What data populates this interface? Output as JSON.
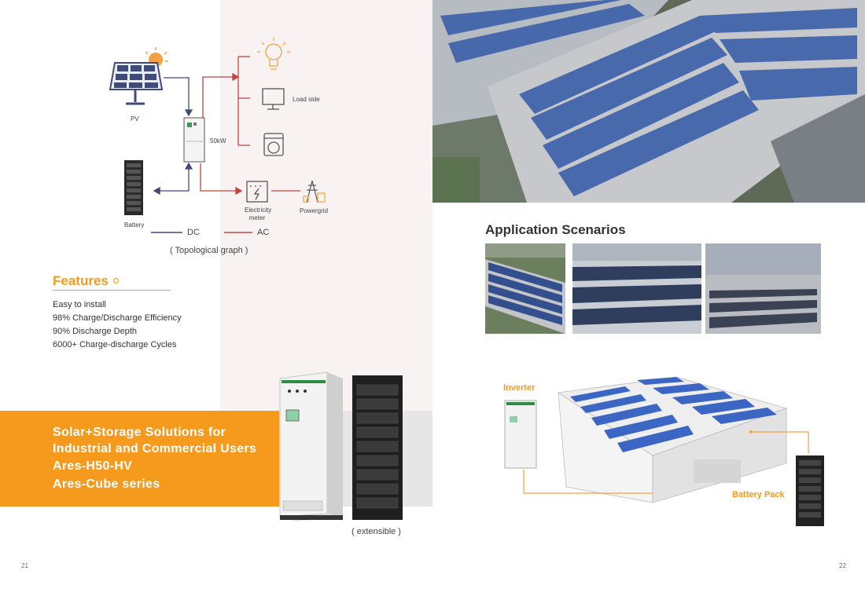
{
  "diagram": {
    "pv_label": "PV",
    "inverter_rating": "50kW",
    "load_side_label": "Load side",
    "battery_label": "Battery",
    "meter_label_line1": "Electricity",
    "meter_label_line2": "meter",
    "powergrid_label": "Powergrid",
    "dc_label": "DC",
    "ac_label": "AC",
    "caption": "( Topological graph )",
    "colors": {
      "dc": "#3f4b78",
      "ac": "#c0453e",
      "icon_orange": "#f5a142"
    }
  },
  "features": {
    "title": "Features",
    "items": [
      "Easy to install",
      "98%  Charge/Discharge Efficiency",
      "90% Discharge Depth",
      "6000+ Charge-discharge Cycles"
    ]
  },
  "band": {
    "line1": "Solar+Storage Solutions for",
    "line2": "Industrial and Commercial Users",
    "line3": "Ares-H50-HV",
    "line4": "Ares-Cube series",
    "color": "#f59a1d"
  },
  "product": {
    "caption": "( extensible )"
  },
  "right": {
    "section_title": "Application Scenarios",
    "inverter_label": "Inverter",
    "battery_pack_label": "Battery Pack"
  },
  "pages": {
    "left": "21",
    "right": "22"
  }
}
